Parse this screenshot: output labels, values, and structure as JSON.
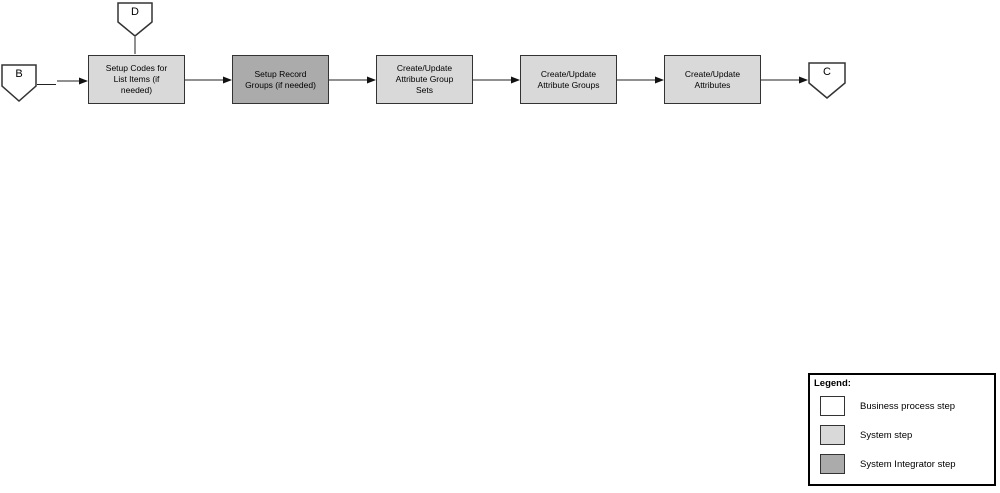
{
  "diagram": {
    "connectors": {
      "d": "D",
      "b": "B",
      "c": "C"
    },
    "steps": [
      {
        "label": "Setup Codes for\nList Items (if\nneeded)",
        "type": "system"
      },
      {
        "label": "Setup Record\nGroups (if needed)",
        "type": "system-integrator"
      },
      {
        "label": "Create/Update\nAttribute Group\nSets",
        "type": "system"
      },
      {
        "label": "Create/Update\nAttribute Groups",
        "type": "system"
      },
      {
        "label": "Create/Update\nAttributes",
        "type": "system"
      }
    ]
  },
  "legend": {
    "title": "Legend:",
    "items": [
      {
        "label": "Business process step",
        "swatch": "#ffffff"
      },
      {
        "label": "System step",
        "swatch": "#d9d9d9"
      },
      {
        "label": "System Integrator step",
        "swatch": "#ababab"
      }
    ]
  },
  "colors": {
    "system_step": "#d9d9d9",
    "system_integrator_step": "#ababab",
    "line": "#222222"
  }
}
